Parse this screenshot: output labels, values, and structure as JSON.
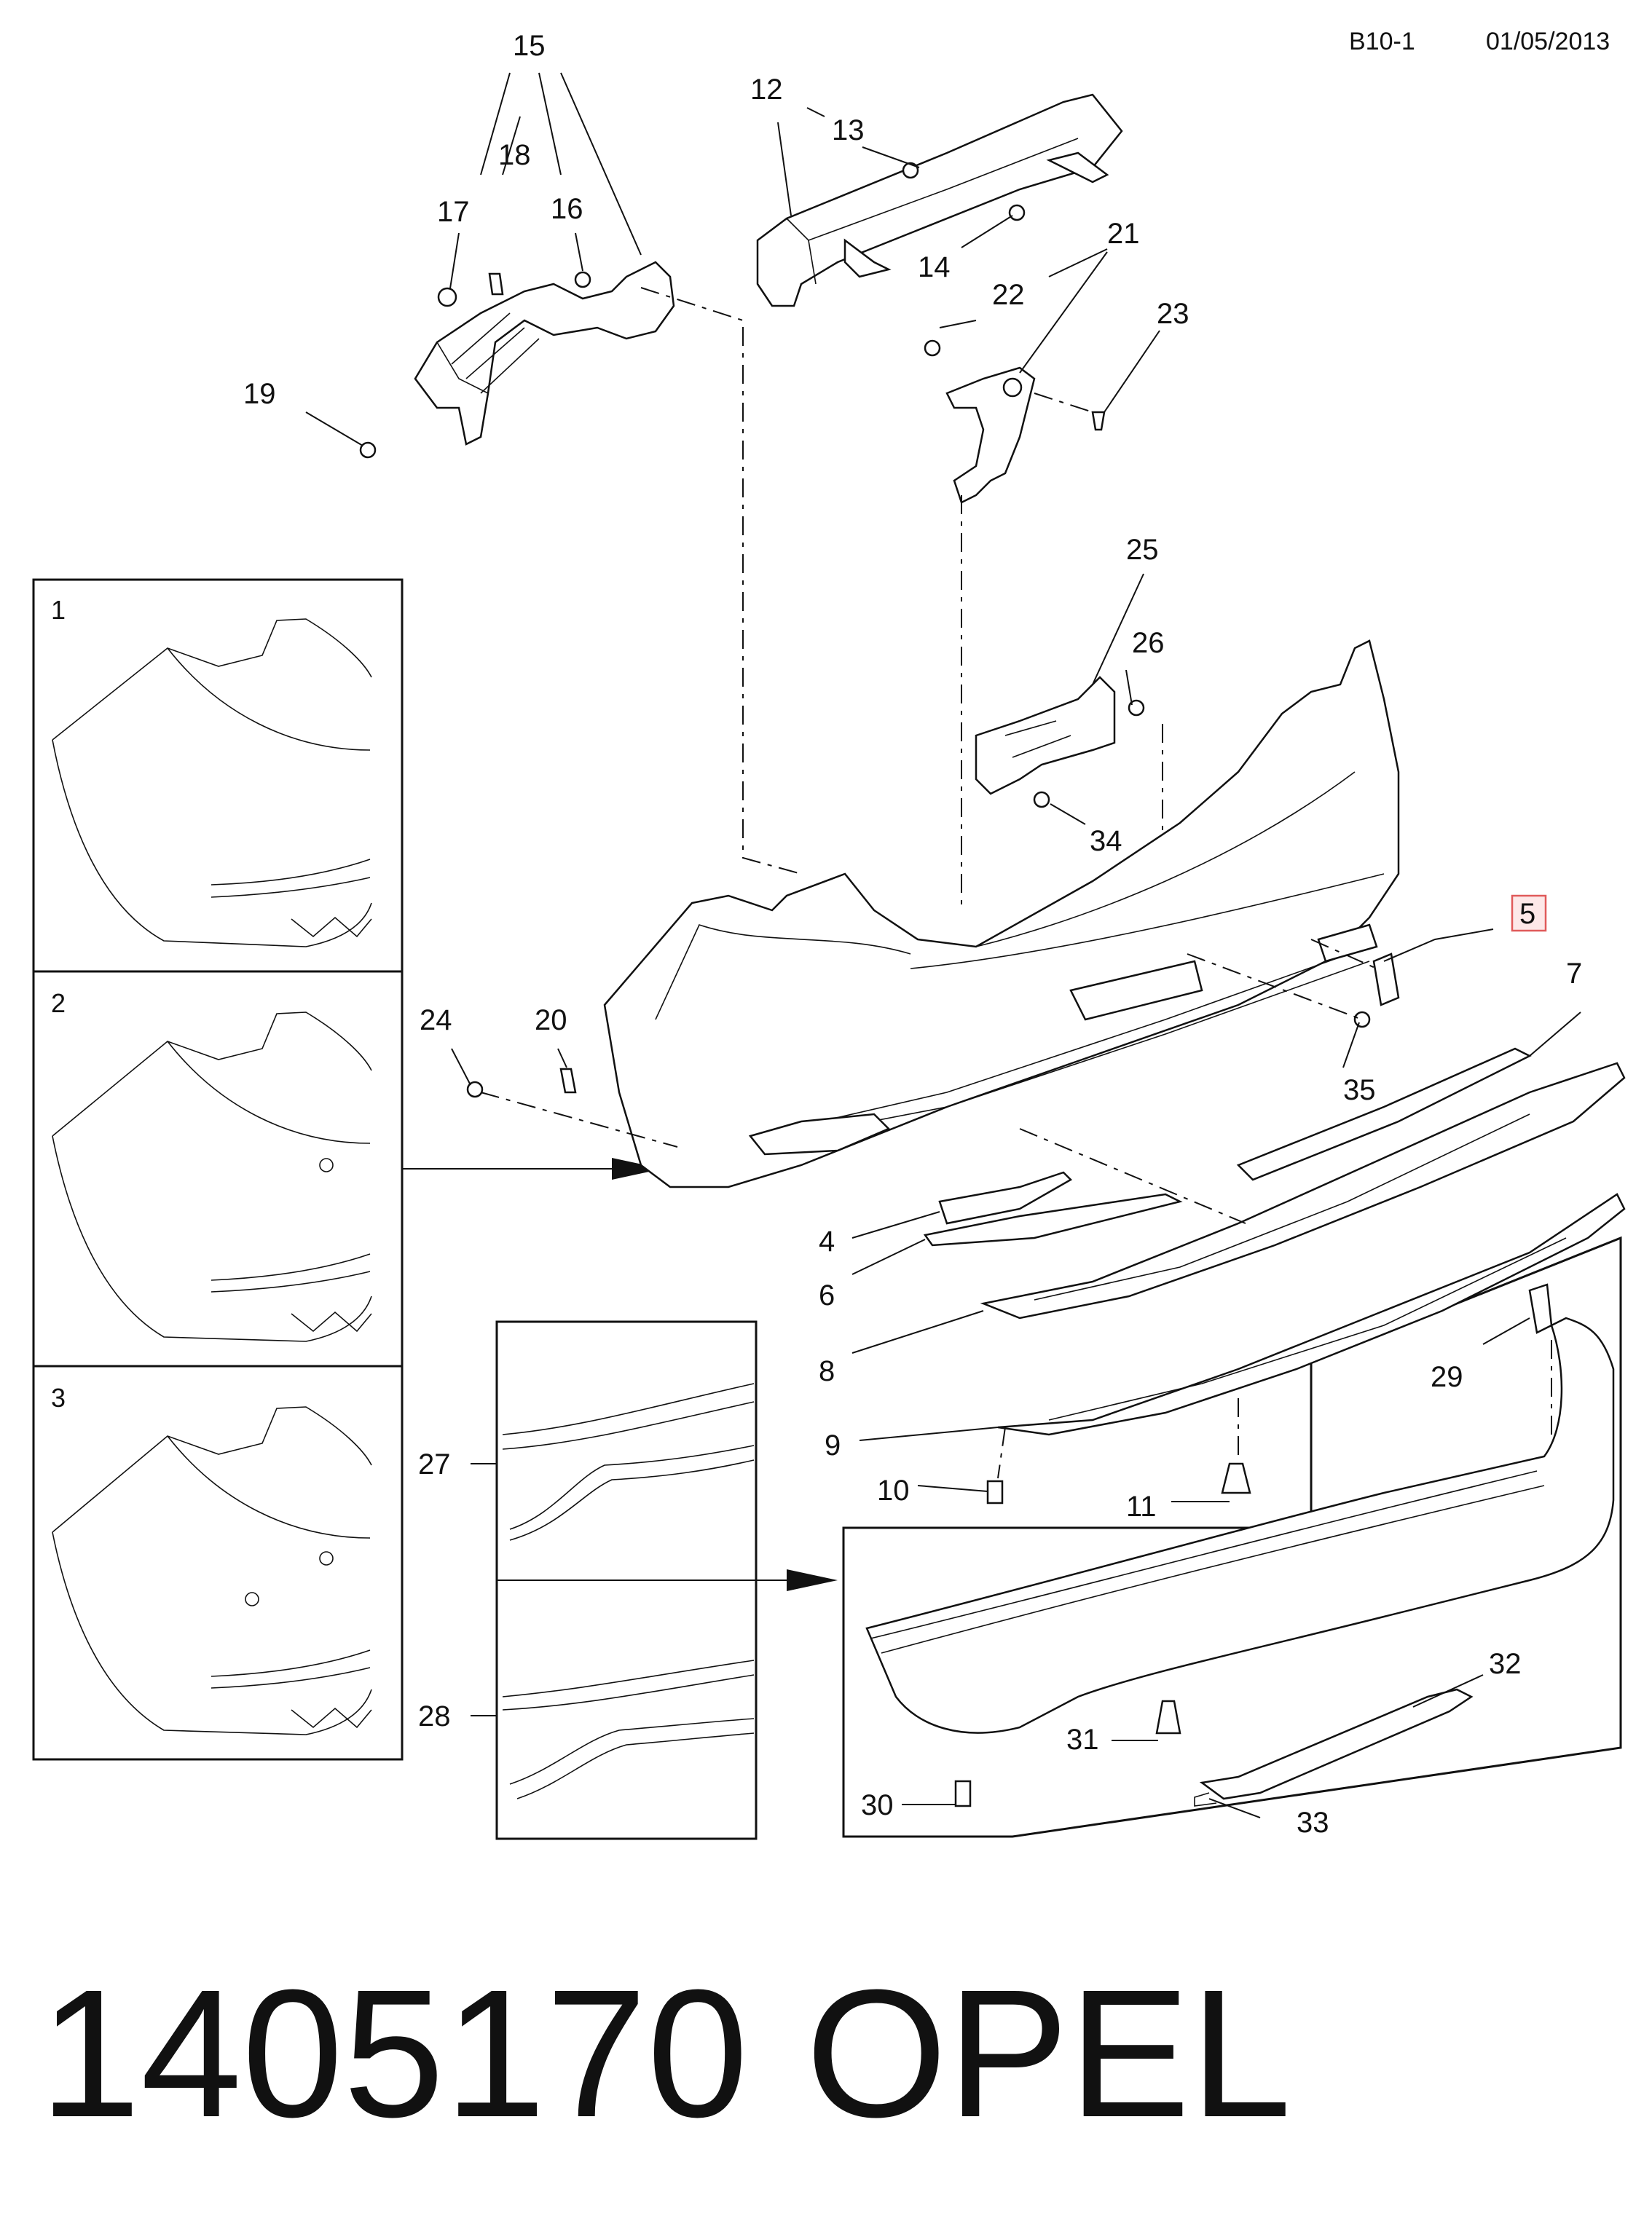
{
  "header": {
    "sheet": "B10-1",
    "date": "01/05/2013"
  },
  "footer": {
    "part_number": "1405170",
    "brand": "OPEL"
  },
  "highlighted_callout": "5",
  "insets": {
    "a": "1",
    "b": "2",
    "c": "3"
  },
  "callouts": {
    "c4": "4",
    "c5": "5",
    "c6": "6",
    "c7": "7",
    "c8": "8",
    "c9": "9",
    "c10": "10",
    "c11": "11",
    "c12": "12",
    "c13": "13",
    "c14": "14",
    "c15": "15",
    "c16": "16",
    "c17": "17",
    "c18": "18",
    "c19": "19",
    "c20": "20",
    "c21": "21",
    "c22": "22",
    "c23": "23",
    "c24": "24",
    "c25": "25",
    "c26": "26",
    "c27": "27",
    "c28": "28",
    "c29": "29",
    "c30": "30",
    "c31": "31",
    "c32": "32",
    "c33": "33",
    "c34": "34",
    "c35": "35"
  },
  "colors": {
    "ink": "#111111",
    "highlight_border": "#e05a5a",
    "highlight_fill": "#fde8e8"
  }
}
